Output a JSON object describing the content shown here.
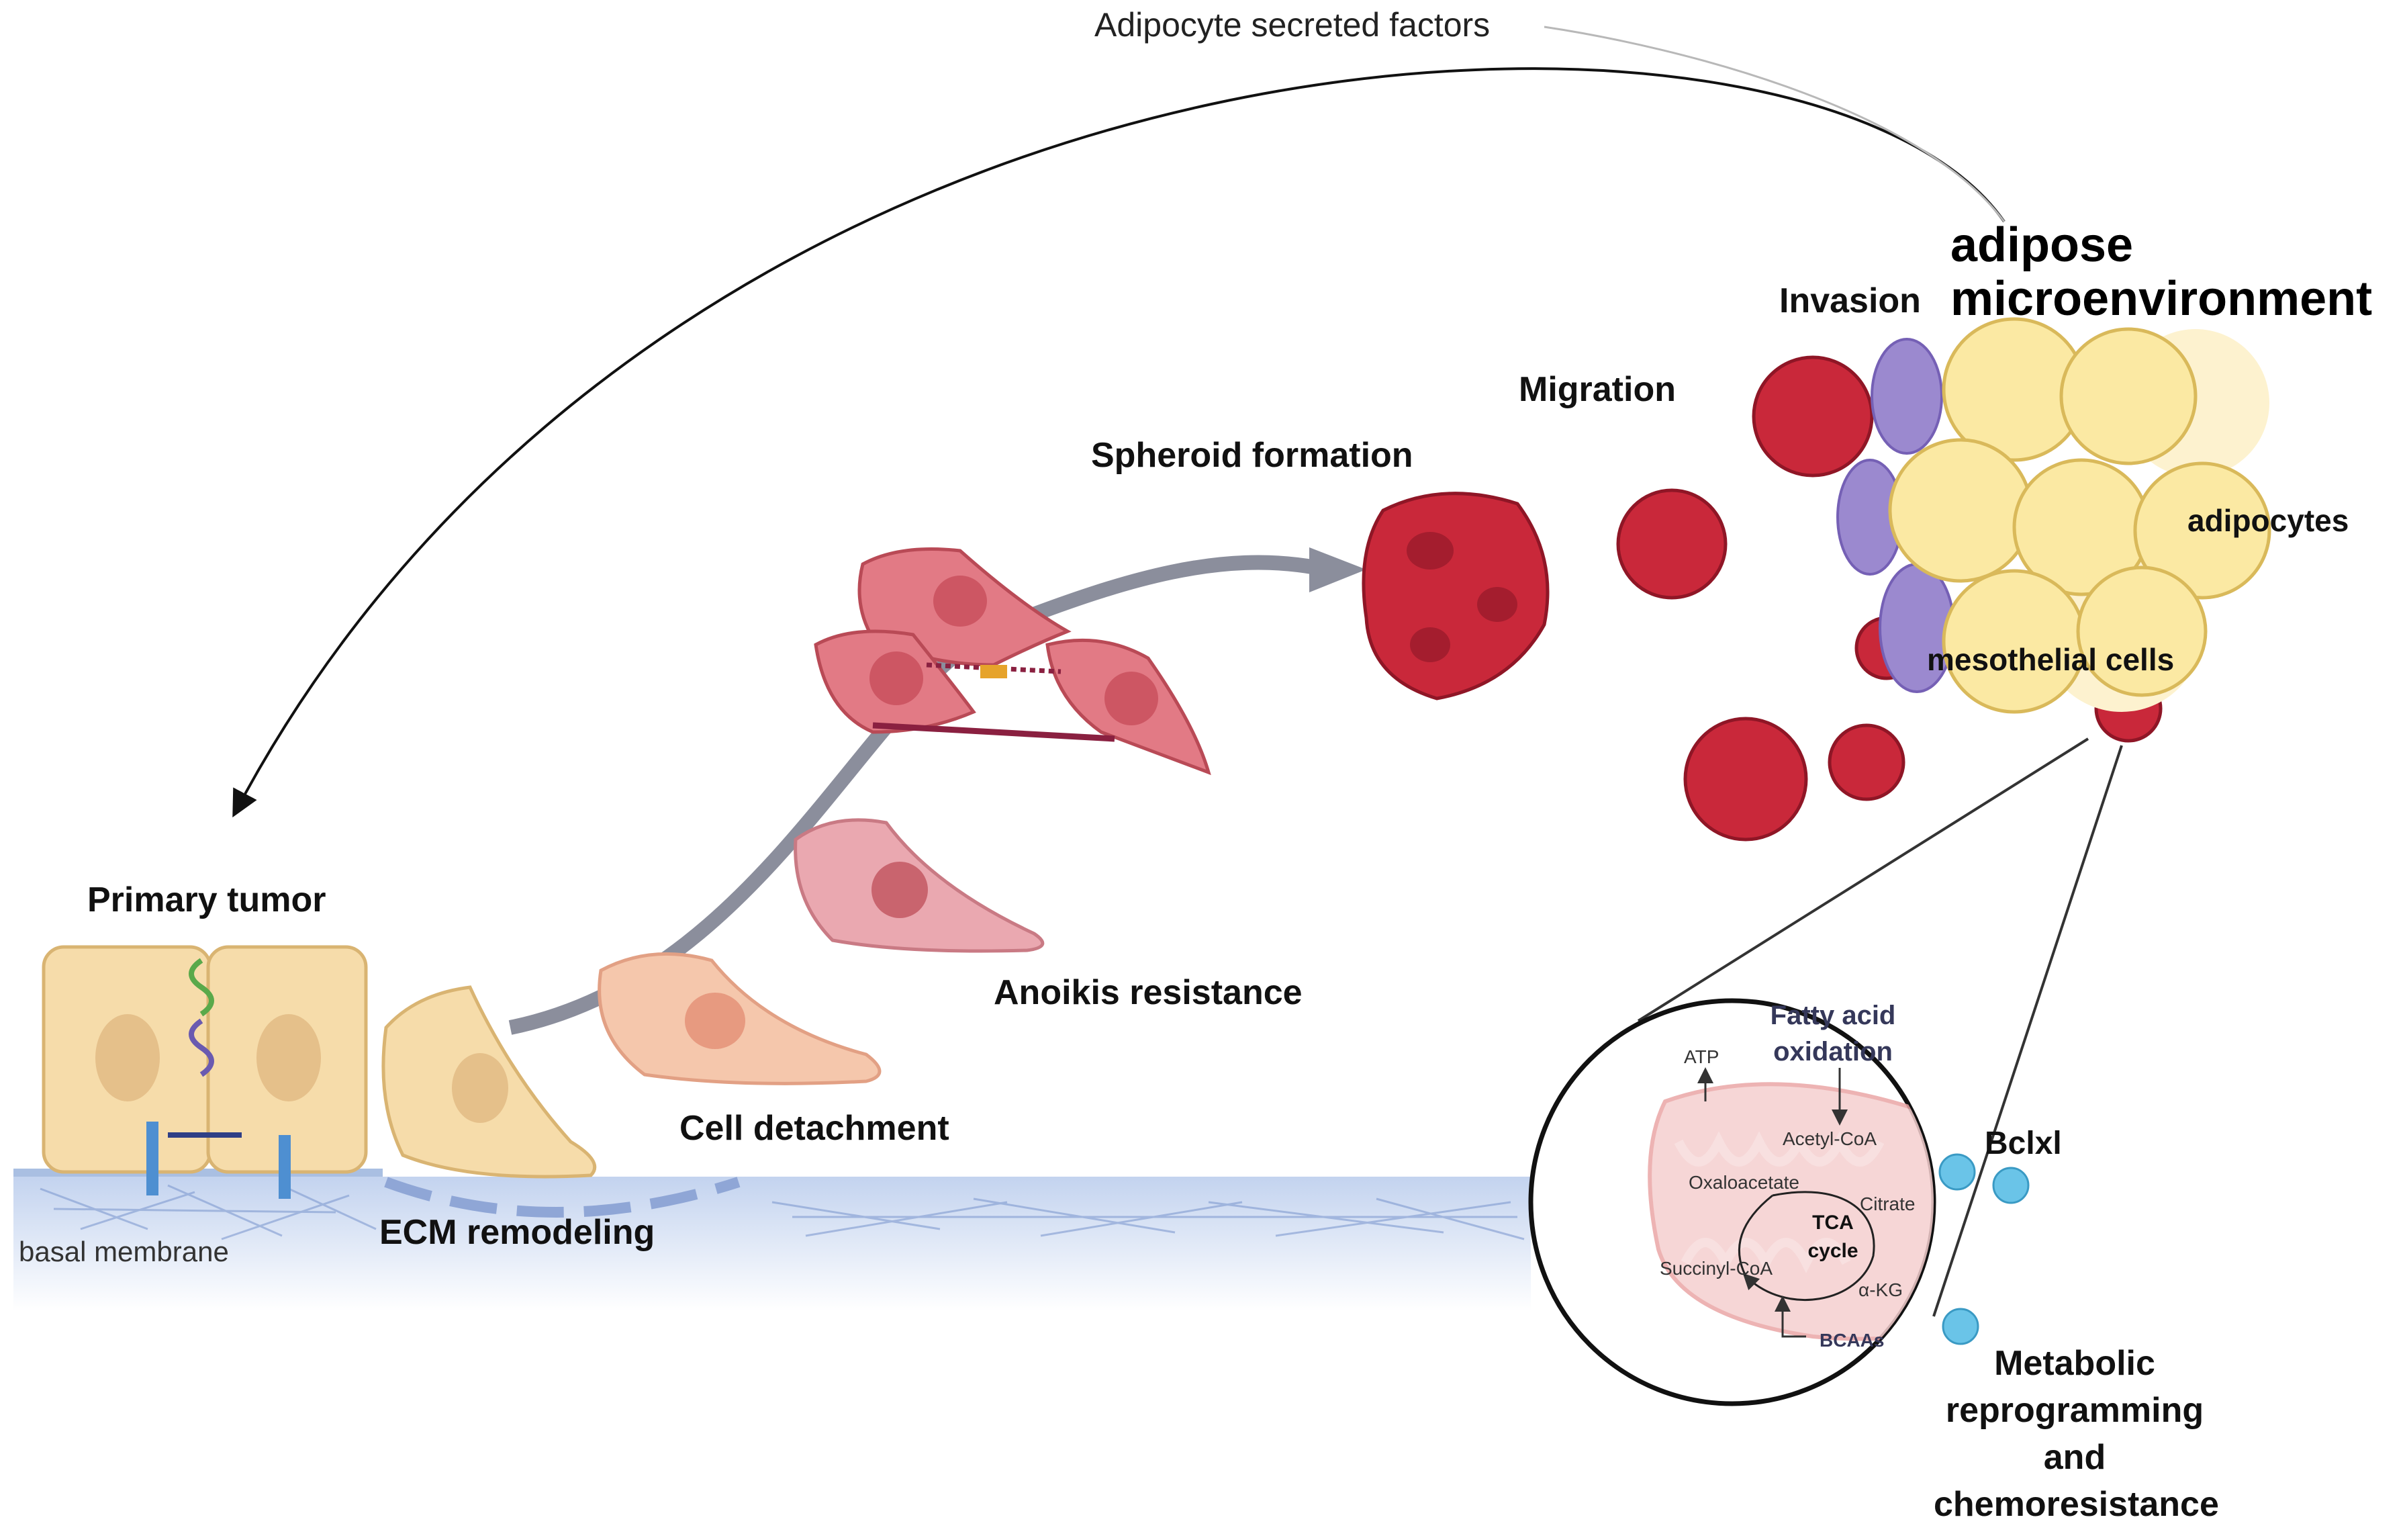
{
  "labels": {
    "secreted_factors": "Adipocyte  secreted factors",
    "adipose_line1": "adipose",
    "adipose_line2": "microenvironment",
    "invasion": "Invasion",
    "migration": "Migration",
    "spheroid_formation": "Spheroid formation",
    "adipocytes": "adipocytes",
    "mesothelial_cells": "mesothelial cells",
    "primary_tumor": "Primary tumor",
    "anoikis_resistance": "Anoikis resistance",
    "cell_detachment": "Cell detachment",
    "ecm_remodeling": "ECM remodeling",
    "basal_membrane": "basal  membrane",
    "bclxl": "Bclxl",
    "metabolic": "Metabolic reprogramming and chemoresistance"
  },
  "inset": {
    "fatty_acid_oxidation": "Fatty acid oxidation",
    "atp": "ATP",
    "acetyl_coa": "Acetyl-CoA",
    "oxaloacetate": "Oxaloacetate",
    "citrate": "Citrate",
    "tca_cycle": "TCA cycle",
    "succinyl_coa": "Succinyl-CoA",
    "alpha_kg": "α-KG",
    "bcaas": "BCAAs"
  },
  "colors": {
    "primary_cell": "#f6dcaa",
    "primary_cell_border": "#d9b472",
    "detaching_cell": "#f5c7ac",
    "anoikis_cell": "#e79aa4",
    "spheroid_red": "#c9283a",
    "mesothelial": "#9b89cf",
    "adipocyte": "#fbe9a3",
    "arrow_gray": "#8b8e9c",
    "membrane_blue": "#a9bfe2",
    "mitochondrion": "#f5cfcf",
    "bclxl_blue": "#6ac4e8"
  }
}
